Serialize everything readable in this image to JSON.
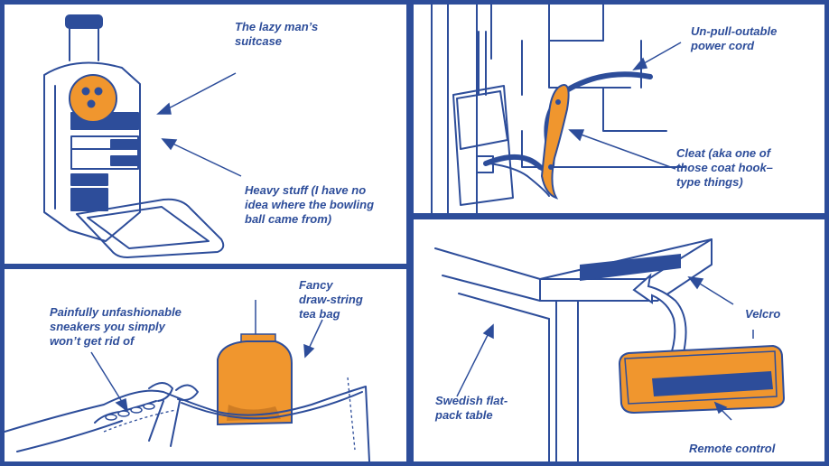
{
  "colors": {
    "blue": "#2d4d9a",
    "orange": "#f0962e",
    "white": "#ffffff"
  },
  "panels": {
    "suitcase": {
      "label_suitcase": "The lazy man’s\nsuitcase",
      "label_heavy": "Heavy stuff (I have no\nidea where the bowling\nball came from)"
    },
    "cord": {
      "label_cord": "Un-pull-outable\npower cord",
      "label_cleat": "Cleat (aka one of\nthose coat hook–\ntype things)"
    },
    "shoe": {
      "label_sneakers": "Painfully unfashionable\nsneakers you simply\nwon’t get rid of",
      "label_teabag": "Fancy\ndraw-string\ntea bag"
    },
    "table": {
      "label_velcro": "Velcro",
      "label_table": "Swedish flat-\npack table",
      "label_remote": "Remote control"
    }
  }
}
